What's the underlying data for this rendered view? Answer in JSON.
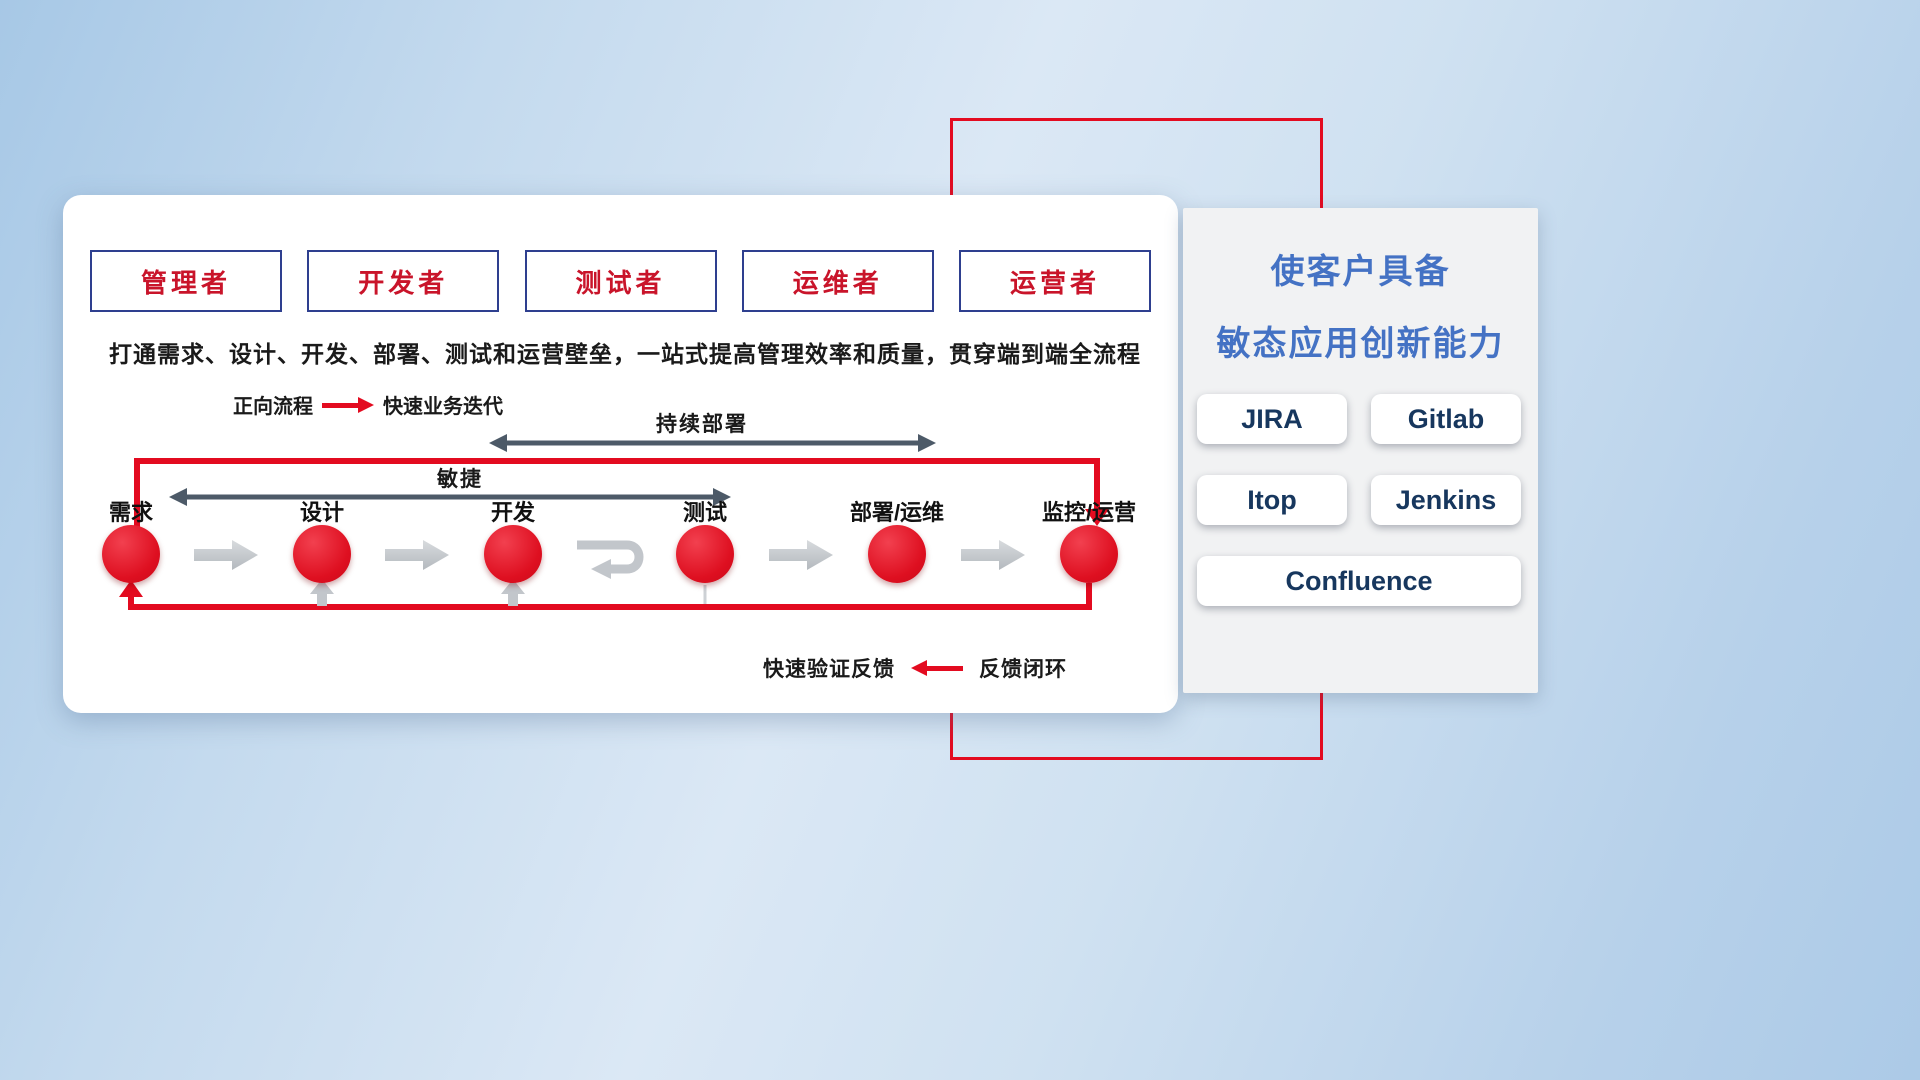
{
  "colors": {
    "accent_red": "#e30b20",
    "slate_arrow": "#4d5a68",
    "gray_arrow": "#c2c6cb",
    "title_blue": "#4472c4",
    "tool_text_navy": "#17375e",
    "role_border_blue": "#2e3f8f",
    "role_text_red": "#c9142a"
  },
  "main_card": {
    "roles": [
      {
        "label": "管理者"
      },
      {
        "label": "开发者"
      },
      {
        "label": "测试者"
      },
      {
        "label": "运维者"
      },
      {
        "label": "运营者"
      }
    ],
    "subtitle": "打通需求、设计、开发、部署、测试和运营壁垒，一站式提高管理效率和质量，贯穿端到端全流程",
    "legend": {
      "forward_label": "正向流程",
      "forward_desc": "快速业务迭代",
      "feedback_desc": "快速验证反馈",
      "feedback_label": "反馈闭环"
    },
    "span_arrows": {
      "continuous_deployment": "持续部署",
      "agile": "敏捷"
    },
    "nodes": [
      {
        "label": "需求"
      },
      {
        "label": "设计"
      },
      {
        "label": "开发"
      },
      {
        "label": "测试"
      },
      {
        "label": "部署/运维"
      },
      {
        "label": "监控/运营"
      }
    ]
  },
  "right_panel": {
    "title_line1": "使客户具备",
    "title_line2": "敏态应用创新能力",
    "tools": [
      {
        "name": "JIRA"
      },
      {
        "name": "Gitlab"
      },
      {
        "name": "Itop"
      },
      {
        "name": "Jenkins"
      },
      {
        "name": "Confluence"
      }
    ]
  }
}
